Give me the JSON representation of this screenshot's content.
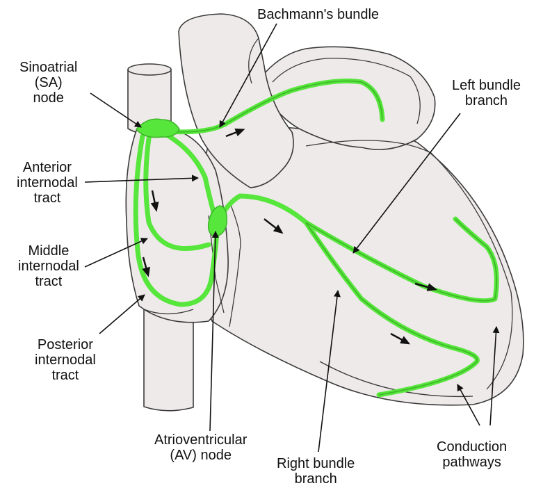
{
  "labels": {
    "bachmann": [
      "Bachmann's bundle"
    ],
    "sa_node": [
      "Sinoatrial",
      "(SA)",
      "node"
    ],
    "anterior": [
      "Anterior",
      "internodal",
      "tract"
    ],
    "middle": [
      "Middle",
      "internodal",
      "tract"
    ],
    "posterior": [
      "Posterior",
      "internodal",
      "tract"
    ],
    "av_node": [
      "Atrioventricular",
      "(AV) node"
    ],
    "right_bundle": [
      "Right bundle",
      "branch"
    ],
    "left_bundle": [
      "Left bundle",
      "branch"
    ],
    "conduction": [
      "Conduction",
      "pathways"
    ]
  },
  "colors": {
    "pathway": "#57e63c",
    "pathway_dark": "#3cb428",
    "tissue": "#efeaea",
    "outline": "#3a3a3a",
    "text": "#111111"
  }
}
